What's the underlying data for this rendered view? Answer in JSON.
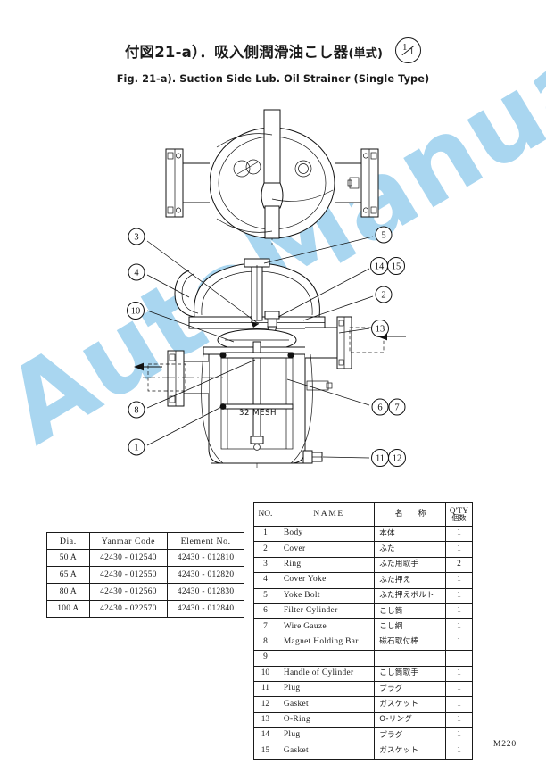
{
  "header": {
    "title_jp_main": "付図21-a）．吸入側潤滑油こし器",
    "title_jp_suffix": "(単式)",
    "scale_numerator": "1",
    "scale_denominator": "1",
    "title_en": "Fig. 21-a).   Suction Side Lub. Oil Strainer (Single Type)"
  },
  "watermark": {
    "text": "AutoManual",
    "color": "#a9d6f0"
  },
  "drawing": {
    "mesh_label": "32 MESH",
    "callouts": [
      {
        "id": "3",
        "label": "3"
      },
      {
        "id": "4",
        "label": "4"
      },
      {
        "id": "10",
        "label": "10"
      },
      {
        "id": "8",
        "label": "8"
      },
      {
        "id": "1",
        "label": "1"
      },
      {
        "id": "5",
        "label": "5"
      },
      {
        "id": "14",
        "label": "14"
      },
      {
        "id": "15",
        "label": "15"
      },
      {
        "id": "2",
        "label": "2"
      },
      {
        "id": "13",
        "label": "13"
      },
      {
        "id": "6",
        "label": "6"
      },
      {
        "id": "7",
        "label": "7"
      },
      {
        "id": "11",
        "label": "11"
      },
      {
        "id": "12",
        "label": "12"
      }
    ]
  },
  "dim_table": {
    "headers": [
      "Dia.",
      "Yanmar Code",
      "Element No."
    ],
    "rows": [
      {
        "dia": "50 A",
        "code": "42430 - 012540",
        "element": "42430 - 012810"
      },
      {
        "dia": "65 A",
        "code": "42430 - 012550",
        "element": "42430 - 012820"
      },
      {
        "dia": "80 A",
        "code": "42430 - 012560",
        "element": "42430 - 012830"
      },
      {
        "dia": "100 A",
        "code": "42430 - 022570",
        "element": "42430 - 012840"
      }
    ]
  },
  "parts_table": {
    "headers": {
      "no": "NO.",
      "name": "NAME",
      "name_jp": "名　称",
      "qty_en": "Q'TY",
      "qty_jp": "個数"
    },
    "rows": [
      {
        "no": "1",
        "name": "Body",
        "name_jp": "本体",
        "qty": "1"
      },
      {
        "no": "2",
        "name": "Cover",
        "name_jp": "ふた",
        "qty": "1"
      },
      {
        "no": "3",
        "name": "Ring",
        "name_jp": "ふた用取手",
        "qty": "2"
      },
      {
        "no": "4",
        "name": "Cover Yoke",
        "name_jp": "ふた押え",
        "qty": "1"
      },
      {
        "no": "5",
        "name": "Yoke Bolt",
        "name_jp": "ふた押えボルト",
        "qty": "1"
      },
      {
        "no": "6",
        "name": "Filter Cylinder",
        "name_jp": "こし筒",
        "qty": "1"
      },
      {
        "no": "7",
        "name": "Wire Gauze",
        "name_jp": "こし網",
        "qty": "1"
      },
      {
        "no": "8",
        "name": "Magnet Holding Bar",
        "name_jp": "磁石取付棒",
        "qty": "1"
      },
      {
        "no": "9",
        "name": "",
        "name_jp": "",
        "qty": ""
      },
      {
        "no": "10",
        "name": "Handle of Cylinder",
        "name_jp": "こし筒取手",
        "qty": "1"
      },
      {
        "no": "11",
        "name": "Plug",
        "name_jp": "プラグ",
        "qty": "1"
      },
      {
        "no": "12",
        "name": "Gasket",
        "name_jp": "ガスケット",
        "qty": "1"
      },
      {
        "no": "13",
        "name": "O-Ring",
        "name_jp": "O-リング",
        "qty": "1"
      },
      {
        "no": "14",
        "name": "Plug",
        "name_jp": "プラグ",
        "qty": "1"
      },
      {
        "no": "15",
        "name": "Gasket",
        "name_jp": "ガスケット",
        "qty": "1"
      }
    ]
  },
  "footer": {
    "code": "M220"
  }
}
